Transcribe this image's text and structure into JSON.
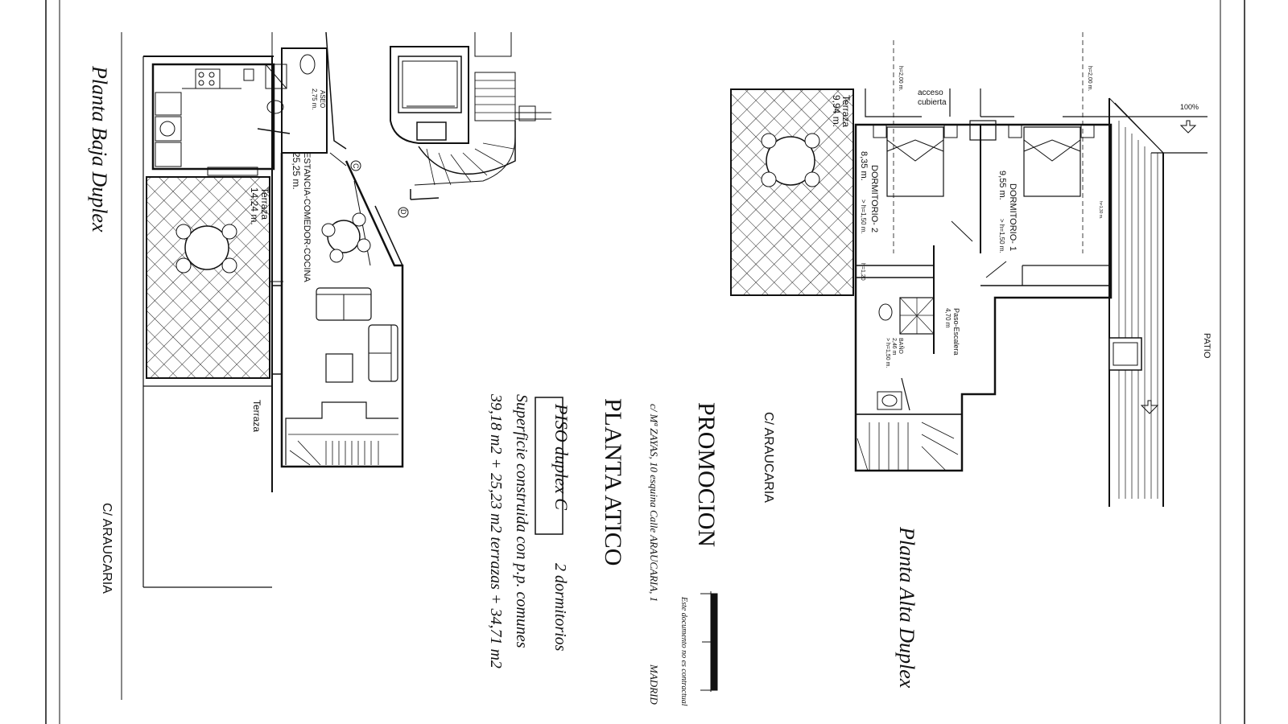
{
  "ground_floor": {
    "title": "Planta Baja Duplex",
    "street": "C/ ARAUCARIA",
    "terrace_top": {
      "name": "Terraza",
      "area": "14,24 m."
    },
    "terrace_bottom": {
      "name": "Terraza"
    },
    "aseo": {
      "name": "ASEO",
      "area": "2,75 m."
    },
    "living": {
      "name": "ESTANCIA-COMEDOR-COCINA",
      "area": "25,25 m."
    },
    "marker_c": "C",
    "marker_d": "D"
  },
  "upper_floor": {
    "title": "Planta Alta Duplex",
    "street": "C/ ARAUCARIA",
    "terrace": {
      "name": "Terraza",
      "area": "9,94 m."
    },
    "bedroom2": {
      "name": "DORMITORIO- 2",
      "area": "8,35 m.",
      "height": "> h=1,50 m."
    },
    "bedroom1": {
      "name": "DORMITORIO- 1",
      "area": "9,55 m.",
      "height": "> h=1,50 m."
    },
    "passage": {
      "name": "Paso-Escalera",
      "area": "4,70 m"
    },
    "bath": {
      "name": "BAÑO",
      "area": "2,46 m",
      "height": "> h=1,50 m."
    },
    "roof_access": [
      "acceso",
      "cubierta"
    ],
    "height_marks": {
      "h1": "h=2,00 m.",
      "h2": "h=2,00 m.",
      "h3": "h=1,20",
      "h4": "h=1,30 m."
    },
    "patio": "PATIO",
    "slope": "100%"
  },
  "info": {
    "promotion": "PROMOCION",
    "address": "c/ Mª ZAYAS, 10 esquina Calle ARAUCARIA, 1",
    "city": "MADRID",
    "disclaimer": "Este documento no es contractual",
    "floor_name": "PLANTA ATICO",
    "unit_box": "PISO duplex C",
    "bedrooms": "2 dormitorios",
    "surface_line": "Superficie construida con p.p. comunes",
    "surface_values": "39,18 m2 + 25,23 m2 terrazas + 34,71 m2"
  }
}
